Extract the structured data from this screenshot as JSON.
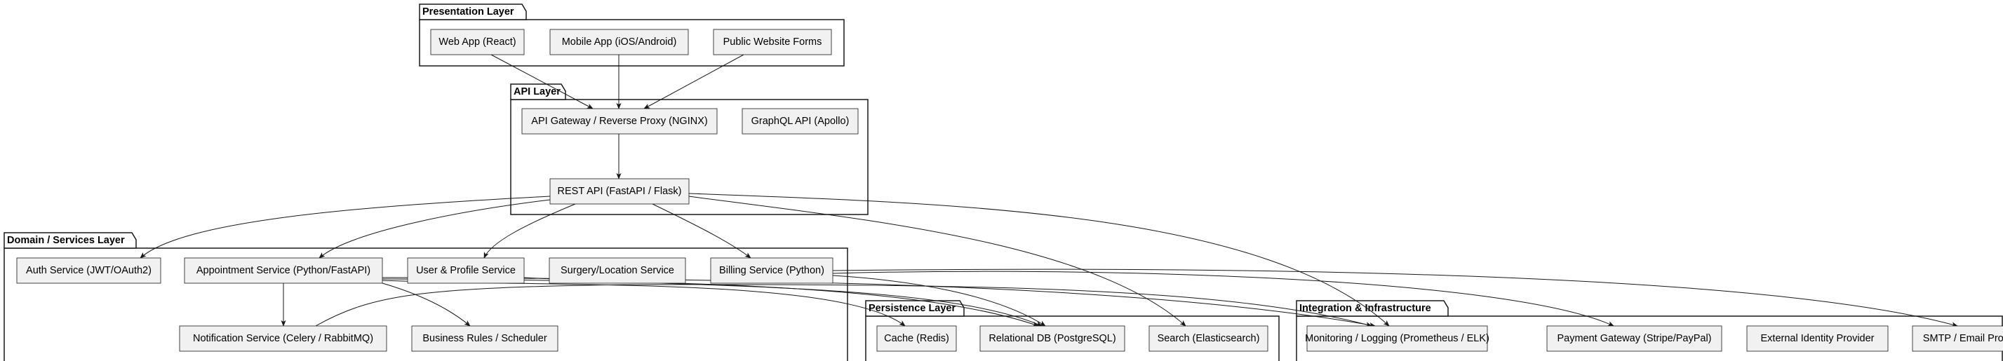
{
  "packages": {
    "presentation": "Presentation Layer",
    "api": "API Layer",
    "domain": "Domain / Services Layer",
    "persistence": "Persistence Layer",
    "integration": "Integration & Infrastructure"
  },
  "nodes": {
    "web_app": "Web App (React)",
    "mobile_app": "Mobile App (iOS/Android)",
    "public_forms": "Public Website Forms",
    "api_gateway": "API Gateway / Reverse Proxy (NGINX)",
    "graphql_api": "GraphQL API (Apollo)",
    "rest_api": "REST API (FastAPI / Flask)",
    "auth_service": "Auth Service (JWT/OAuth2)",
    "appointment_service": "Appointment Service (Python/FastAPI)",
    "user_profile_service": "User & Profile Service",
    "surgery_location_service": "Surgery/Location Service",
    "billing_service": "Billing Service (Python)",
    "notification_service": "Notification Service (Celery / RabbitMQ)",
    "business_rules": "Business Rules / Scheduler",
    "cache": "Cache (Redis)",
    "relational_db": "Relational DB (PostgreSQL)",
    "search": "Search (Elasticsearch)",
    "monitoring": "Monitoring / Logging (Prometheus / ELK)",
    "payment_gateway": "Payment Gateway (Stripe/PayPal)",
    "identity_provider": "External Identity Provider",
    "smtp_provider": "SMTP / Email Provider"
  },
  "edges": [
    [
      "web_app",
      "api_gateway"
    ],
    [
      "mobile_app",
      "api_gateway"
    ],
    [
      "public_forms",
      "api_gateway"
    ],
    [
      "api_gateway",
      "rest_api"
    ],
    [
      "rest_api",
      "auth_service"
    ],
    [
      "rest_api",
      "appointment_service"
    ],
    [
      "rest_api",
      "user_profile_service"
    ],
    [
      "rest_api",
      "billing_service"
    ],
    [
      "rest_api",
      "search"
    ],
    [
      "rest_api",
      "monitoring"
    ],
    [
      "appointment_service",
      "notification_service"
    ],
    [
      "appointment_service",
      "business_rules"
    ],
    [
      "appointment_service",
      "cache"
    ],
    [
      "appointment_service",
      "relational_db"
    ],
    [
      "appointment_service",
      "monitoring"
    ],
    [
      "user_profile_service",
      "relational_db"
    ],
    [
      "billing_service",
      "relational_db"
    ],
    [
      "billing_service",
      "payment_gateway"
    ],
    [
      "billing_service",
      "smtp_provider"
    ],
    [
      "notification_service",
      "monitoring"
    ]
  ],
  "colors": {
    "node_fill": "#f1f1f1",
    "stroke": "#181818",
    "package_fill": "#ffffff",
    "background": "#ffffff"
  }
}
